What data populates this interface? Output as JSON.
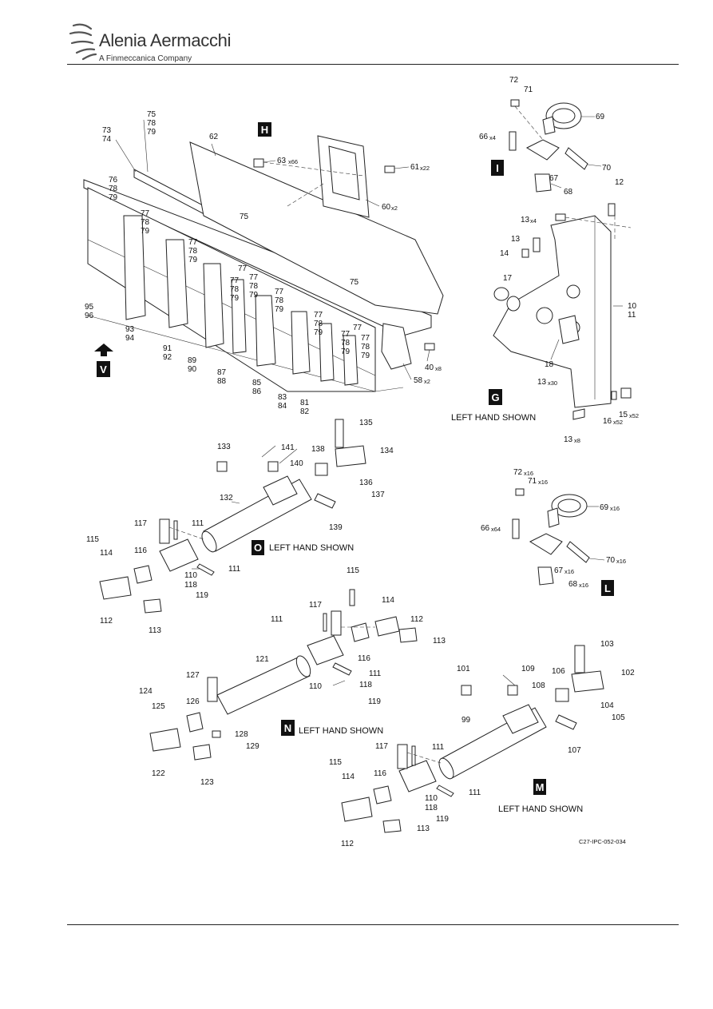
{
  "header": {
    "brand": "Alenia Aermacchi",
    "tagline": "A Finmeccanica Company"
  },
  "figure_ref": "C27-IPC-052-034",
  "views": [
    {
      "letter": "H"
    },
    {
      "letter": "I"
    },
    {
      "letter": "G",
      "caption": "LEFT HAND SHOWN"
    },
    {
      "letter": "V"
    },
    {
      "letter": "O",
      "caption": "LEFT HAND SHOWN"
    },
    {
      "letter": "L"
    },
    {
      "letter": "N",
      "caption": "LEFT HAND SHOWN"
    },
    {
      "letter": "M",
      "caption": "LEFT HAND SHOWN"
    }
  ],
  "callouts": {
    "h": [
      "75",
      "78",
      "79",
      "73",
      "74",
      "62",
      "63",
      "x66",
      "61",
      "x22",
      "60",
      "x2",
      "76",
      "78",
      "79",
      "77",
      "78",
      "79",
      "77",
      "78",
      "79",
      "75",
      "77",
      "77",
      "78",
      "79",
      "77",
      "78",
      "79",
      "77",
      "78",
      "79",
      "75",
      "77",
      "78",
      "79",
      "77",
      "78",
      "79",
      "77",
      "77",
      "78",
      "79",
      "95",
      "96",
      "93",
      "94",
      "91",
      "92",
      "89",
      "90",
      "87",
      "88",
      "85",
      "86",
      "83",
      "84",
      "81",
      "82",
      "58",
      "x2",
      "40",
      "x8"
    ],
    "i": [
      "72",
      "71",
      "69",
      "66",
      "x4",
      "70",
      "67",
      "68"
    ],
    "g": [
      "12",
      "13",
      "x4",
      "13",
      "14",
      "17",
      "10",
      "11",
      "18",
      "13",
      "x30",
      "15",
      "x52",
      "16",
      "x52",
      "13",
      "x8"
    ],
    "o": [
      "135",
      "133",
      "141",
      "140",
      "138",
      "134",
      "136",
      "137",
      "132",
      "139",
      "117",
      "111",
      "115",
      "114",
      "116",
      "110",
      "111",
      "118",
      "119",
      "112",
      "113"
    ],
    "l": [
      "72",
      "x16",
      "71",
      "x16",
      "69",
      "x16",
      "66",
      "x64",
      "67",
      "x16",
      "70",
      "x16",
      "68",
      "x16"
    ],
    "n": [
      "115",
      "114",
      "112",
      "113",
      "111",
      "117",
      "116",
      "111",
      "118",
      "119",
      "121",
      "110",
      "127",
      "124",
      "125",
      "126",
      "128",
      "129",
      "122",
      "123"
    ],
    "m": [
      "103",
      "101",
      "109",
      "106",
      "102",
      "108",
      "104",
      "105",
      "99",
      "107",
      "117",
      "111",
      "115",
      "114",
      "116",
      "110",
      "111",
      "118",
      "119",
      "112",
      "113"
    ]
  }
}
